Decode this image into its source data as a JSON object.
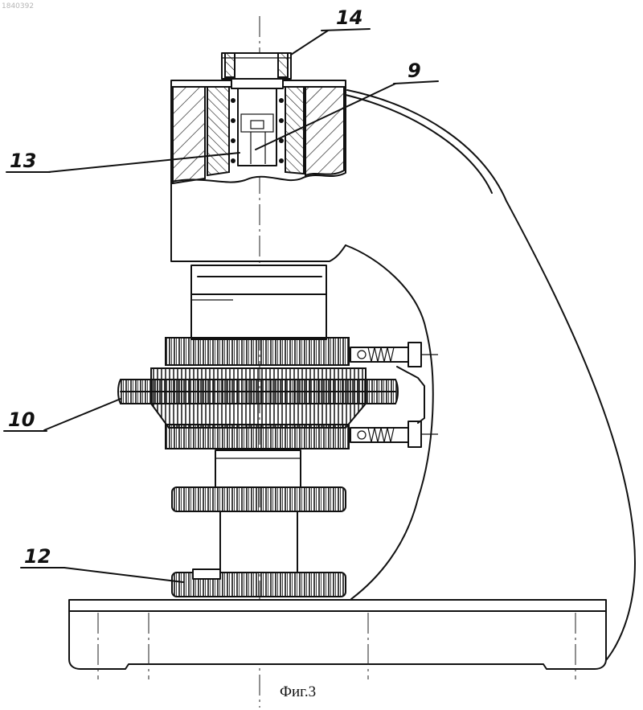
{
  "document_ref": "1840392",
  "caption": "Фиг.3",
  "callouts": [
    {
      "id": "14",
      "label": "14"
    },
    {
      "id": "9",
      "label": "9"
    },
    {
      "id": "13",
      "label": "13"
    },
    {
      "id": "10",
      "label": "10"
    },
    {
      "id": "12",
      "label": "12"
    }
  ]
}
